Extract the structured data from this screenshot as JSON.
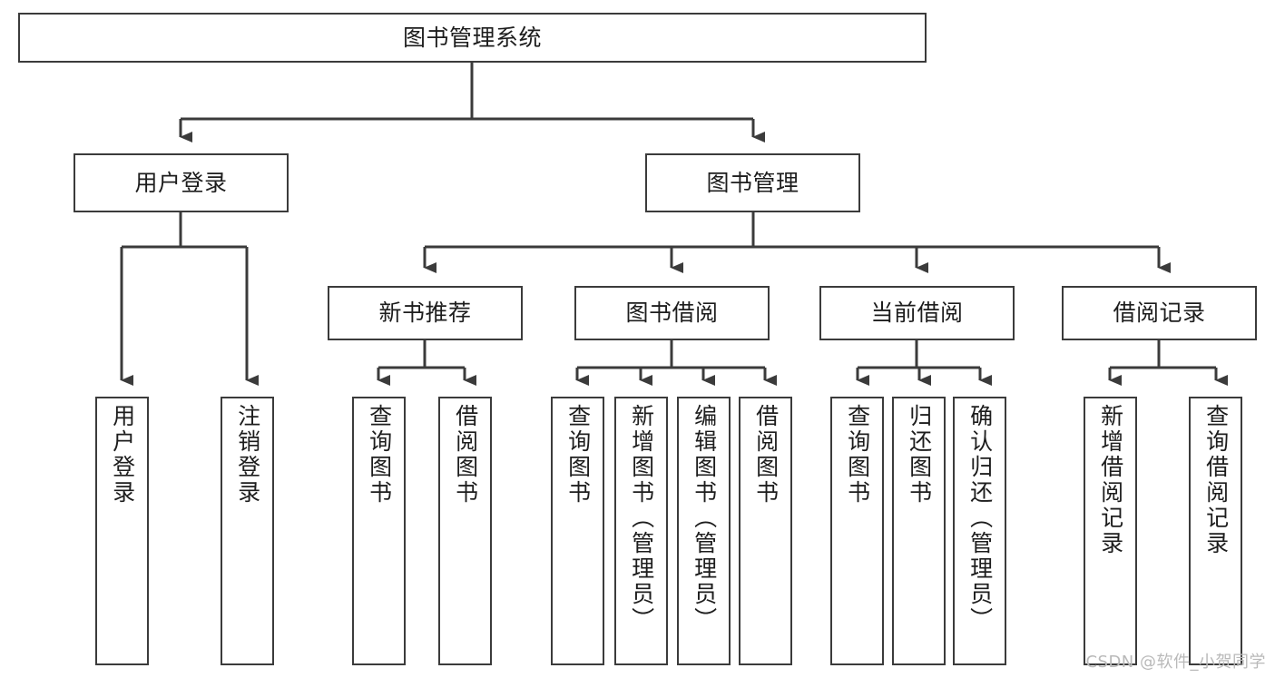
{
  "diagram": {
    "type": "tree-hierarchy",
    "title": "图书管理系统",
    "orientation": "top-down",
    "colors": {
      "background": "#ffffff",
      "box_border": "#3b3b3b",
      "box_fill": "#ffffff",
      "connector": "#3b3b3b",
      "text": "#1d1d1d",
      "watermark": "#b9b9b9"
    },
    "root": {
      "label": "图书管理系统"
    },
    "level2": [
      {
        "label": "用户登录"
      },
      {
        "label": "图书管理"
      }
    ],
    "level3": [
      {
        "label": "新书推荐"
      },
      {
        "label": "图书借阅"
      },
      {
        "label": "当前借阅"
      },
      {
        "label": "借阅记录"
      }
    ],
    "leaves_user_login": [
      {
        "label": "用户登录"
      },
      {
        "label": "注销登录"
      }
    ],
    "leaves_new_book": [
      {
        "label": "查询图书"
      },
      {
        "label": "借阅图书"
      }
    ],
    "leaves_borrow": [
      {
        "label": "查询图书"
      },
      {
        "label": "新增图书（管理员）"
      },
      {
        "label": "编辑图书（管理员）"
      },
      {
        "label": "借阅图书"
      }
    ],
    "leaves_current": [
      {
        "label": "查询图书"
      },
      {
        "label": "归还图书"
      },
      {
        "label": "确认归还（管理员）"
      }
    ],
    "leaves_record": [
      {
        "label": "新增借阅记录"
      },
      {
        "label": "查询借阅记录"
      }
    ]
  },
  "watermark": {
    "text": "CSDN @软件_小贺同学"
  }
}
